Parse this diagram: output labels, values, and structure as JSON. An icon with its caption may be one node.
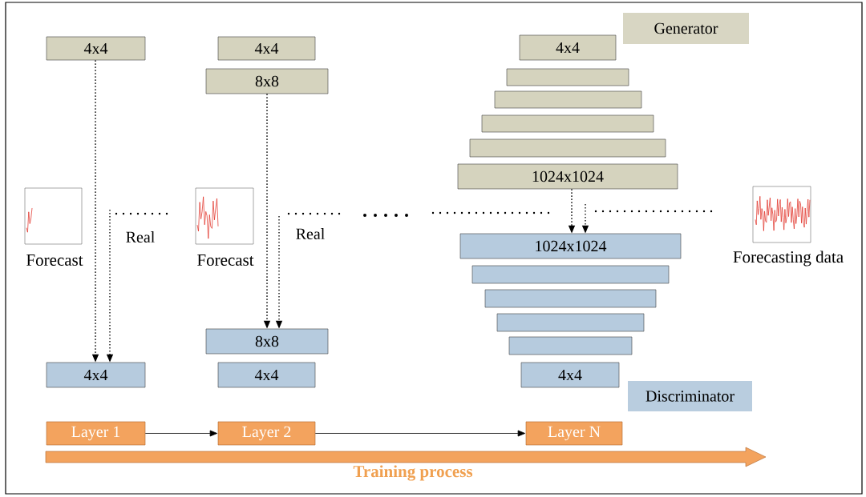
{
  "diagram": {
    "nodes": [
      {
        "text": [
          "Generator"
        ]
      },
      {
        "text": [
          "4x4"
        ]
      },
      {
        "text": [
          "4x4"
        ]
      },
      {
        "text": [
          "8x8"
        ]
      },
      {
        "text": [
          "4x4"
        ]
      },
      {
        "text": [],
        "shape": "box"
      },
      {
        "text": [],
        "shape": "box"
      },
      {
        "text": [],
        "shape": "box"
      },
      {
        "text": [],
        "shape": "box"
      },
      {
        "text": [
          "1024x1024"
        ]
      },
      {
        "text": [],
        "shape": "picture",
        "beside": [
          "Forecast"
        ]
      },
      {
        "text": [],
        "shape": "picture",
        "beside": [
          "Forecast"
        ]
      },
      {
        "text": [],
        "shape": "picture",
        "beside": [
          "Forecasting data"
        ]
      },
      {
        "text": [
          "1024x1024"
        ]
      },
      {
        "text": [],
        "shape": "box"
      },
      {
        "text": [],
        "shape": "box"
      },
      {
        "text": [],
        "shape": "box"
      },
      {
        "text": [],
        "shape": "box"
      },
      {
        "text": [
          "8x8"
        ]
      },
      {
        "text": [
          "4x4"
        ]
      },
      {
        "text": [
          "4x4"
        ]
      },
      {
        "text": [
          "4x4"
        ]
      },
      {
        "text": [
          "Discriminator"
        ]
      },
      {
        "text": [
          "Layer 1"
        ]
      },
      {
        "text": [
          "Layer 2"
        ]
      },
      {
        "text": [
          "Layer N"
        ]
      }
    ],
    "edges": [
      {
        "from": 1,
        "to": 19,
        "arrow": "to",
        "style": "dashed"
      },
      {
        "from": null,
        "to": 19,
        "arrow": "to",
        "style": "dashed"
      },
      {
        "from": 3,
        "to": 18,
        "arrow": "to",
        "style": "dashed"
      },
      {
        "from": null,
        "to": 18,
        "arrow": "to",
        "style": "dashed"
      },
      {
        "from": 9,
        "to": 13,
        "arrow": "to",
        "style": "dashed"
      },
      {
        "from": null,
        "to": 13,
        "arrow": "to",
        "style": "dashed"
      },
      {
        "from": 23,
        "to": 24,
        "arrow": "to"
      },
      {
        "from": 24,
        "to": 25,
        "arrow": "to"
      }
    ],
    "labels": [
      "Real",
      "Real",
      "Training process"
    ]
  }
}
